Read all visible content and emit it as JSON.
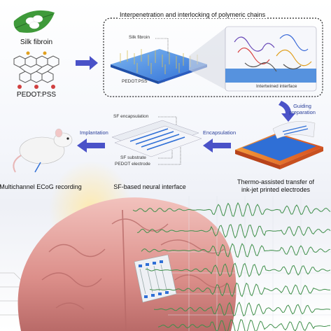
{
  "labels": {
    "silk_fibroin": "Silk fibroin",
    "pedot_pss": "PEDOT:PSS",
    "interpenetration_title": "Interpenetration and interlocking of polymeric chains",
    "callout_silk_fibroin": "Silk fibroin",
    "callout_pedot_pss": "PEDOT:PSS",
    "intertwined_interface": "Intertwined interface",
    "guiding_preparation_line1": "Guiding",
    "guiding_preparation_line2": "preparation",
    "encapsulation": "Encapsulation",
    "implantation": "Implantation",
    "sf_encapsulation": "SF encapsulation",
    "sf_substrate": "SF substrate",
    "pedot_electrode": "PEDOT electrode",
    "multichannel_ecog": "Multichannel ECoG recording",
    "sf_neural_interface": "SF-based neural interface",
    "thermo_line1": "Thermo-assisted transfer of",
    "thermo_line2": "ink-jet printed electrodes"
  },
  "colors": {
    "arrow_blue": "#4a52c8",
    "electrode_blue": "#2f6fd6",
    "substrate_orange": "#e8742a",
    "trace_green": "#3f8f4a",
    "brain_pink": "#e8a5a0",
    "leaf_green": "#3f9a3a"
  },
  "icons": {
    "leaf": "leaf-with-cocoons-icon",
    "polymer": "pedot-pss-chemical-structure-icon",
    "rat": "rat-icon",
    "brain": "brain-icon"
  }
}
